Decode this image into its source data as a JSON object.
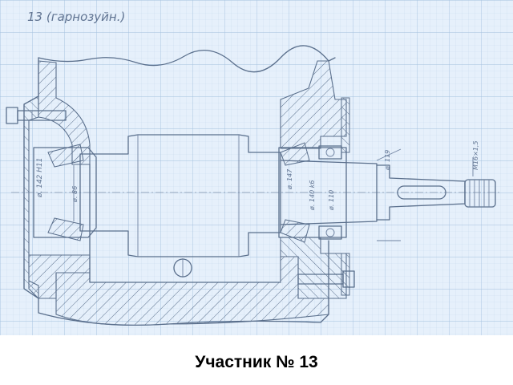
{
  "sheet": {
    "header_note": "13 (гарнозуйн.)",
    "dims": {
      "outer_seat": "ø. 142 Н11",
      "bore_left": "ø. 86",
      "shaft_mid": "ø. 147",
      "bearing_right": "ø. 140 k6",
      "collar": "ø. 110",
      "shaft_end": "ø. 119",
      "thread": "М16×1,5"
    }
  },
  "caption": "Участник № 13",
  "colors": {
    "grid_minor": "#c9dcef",
    "grid_major": "#9fbfdf",
    "ink": "#5a6f8c",
    "paper": "#e6f0fb"
  }
}
